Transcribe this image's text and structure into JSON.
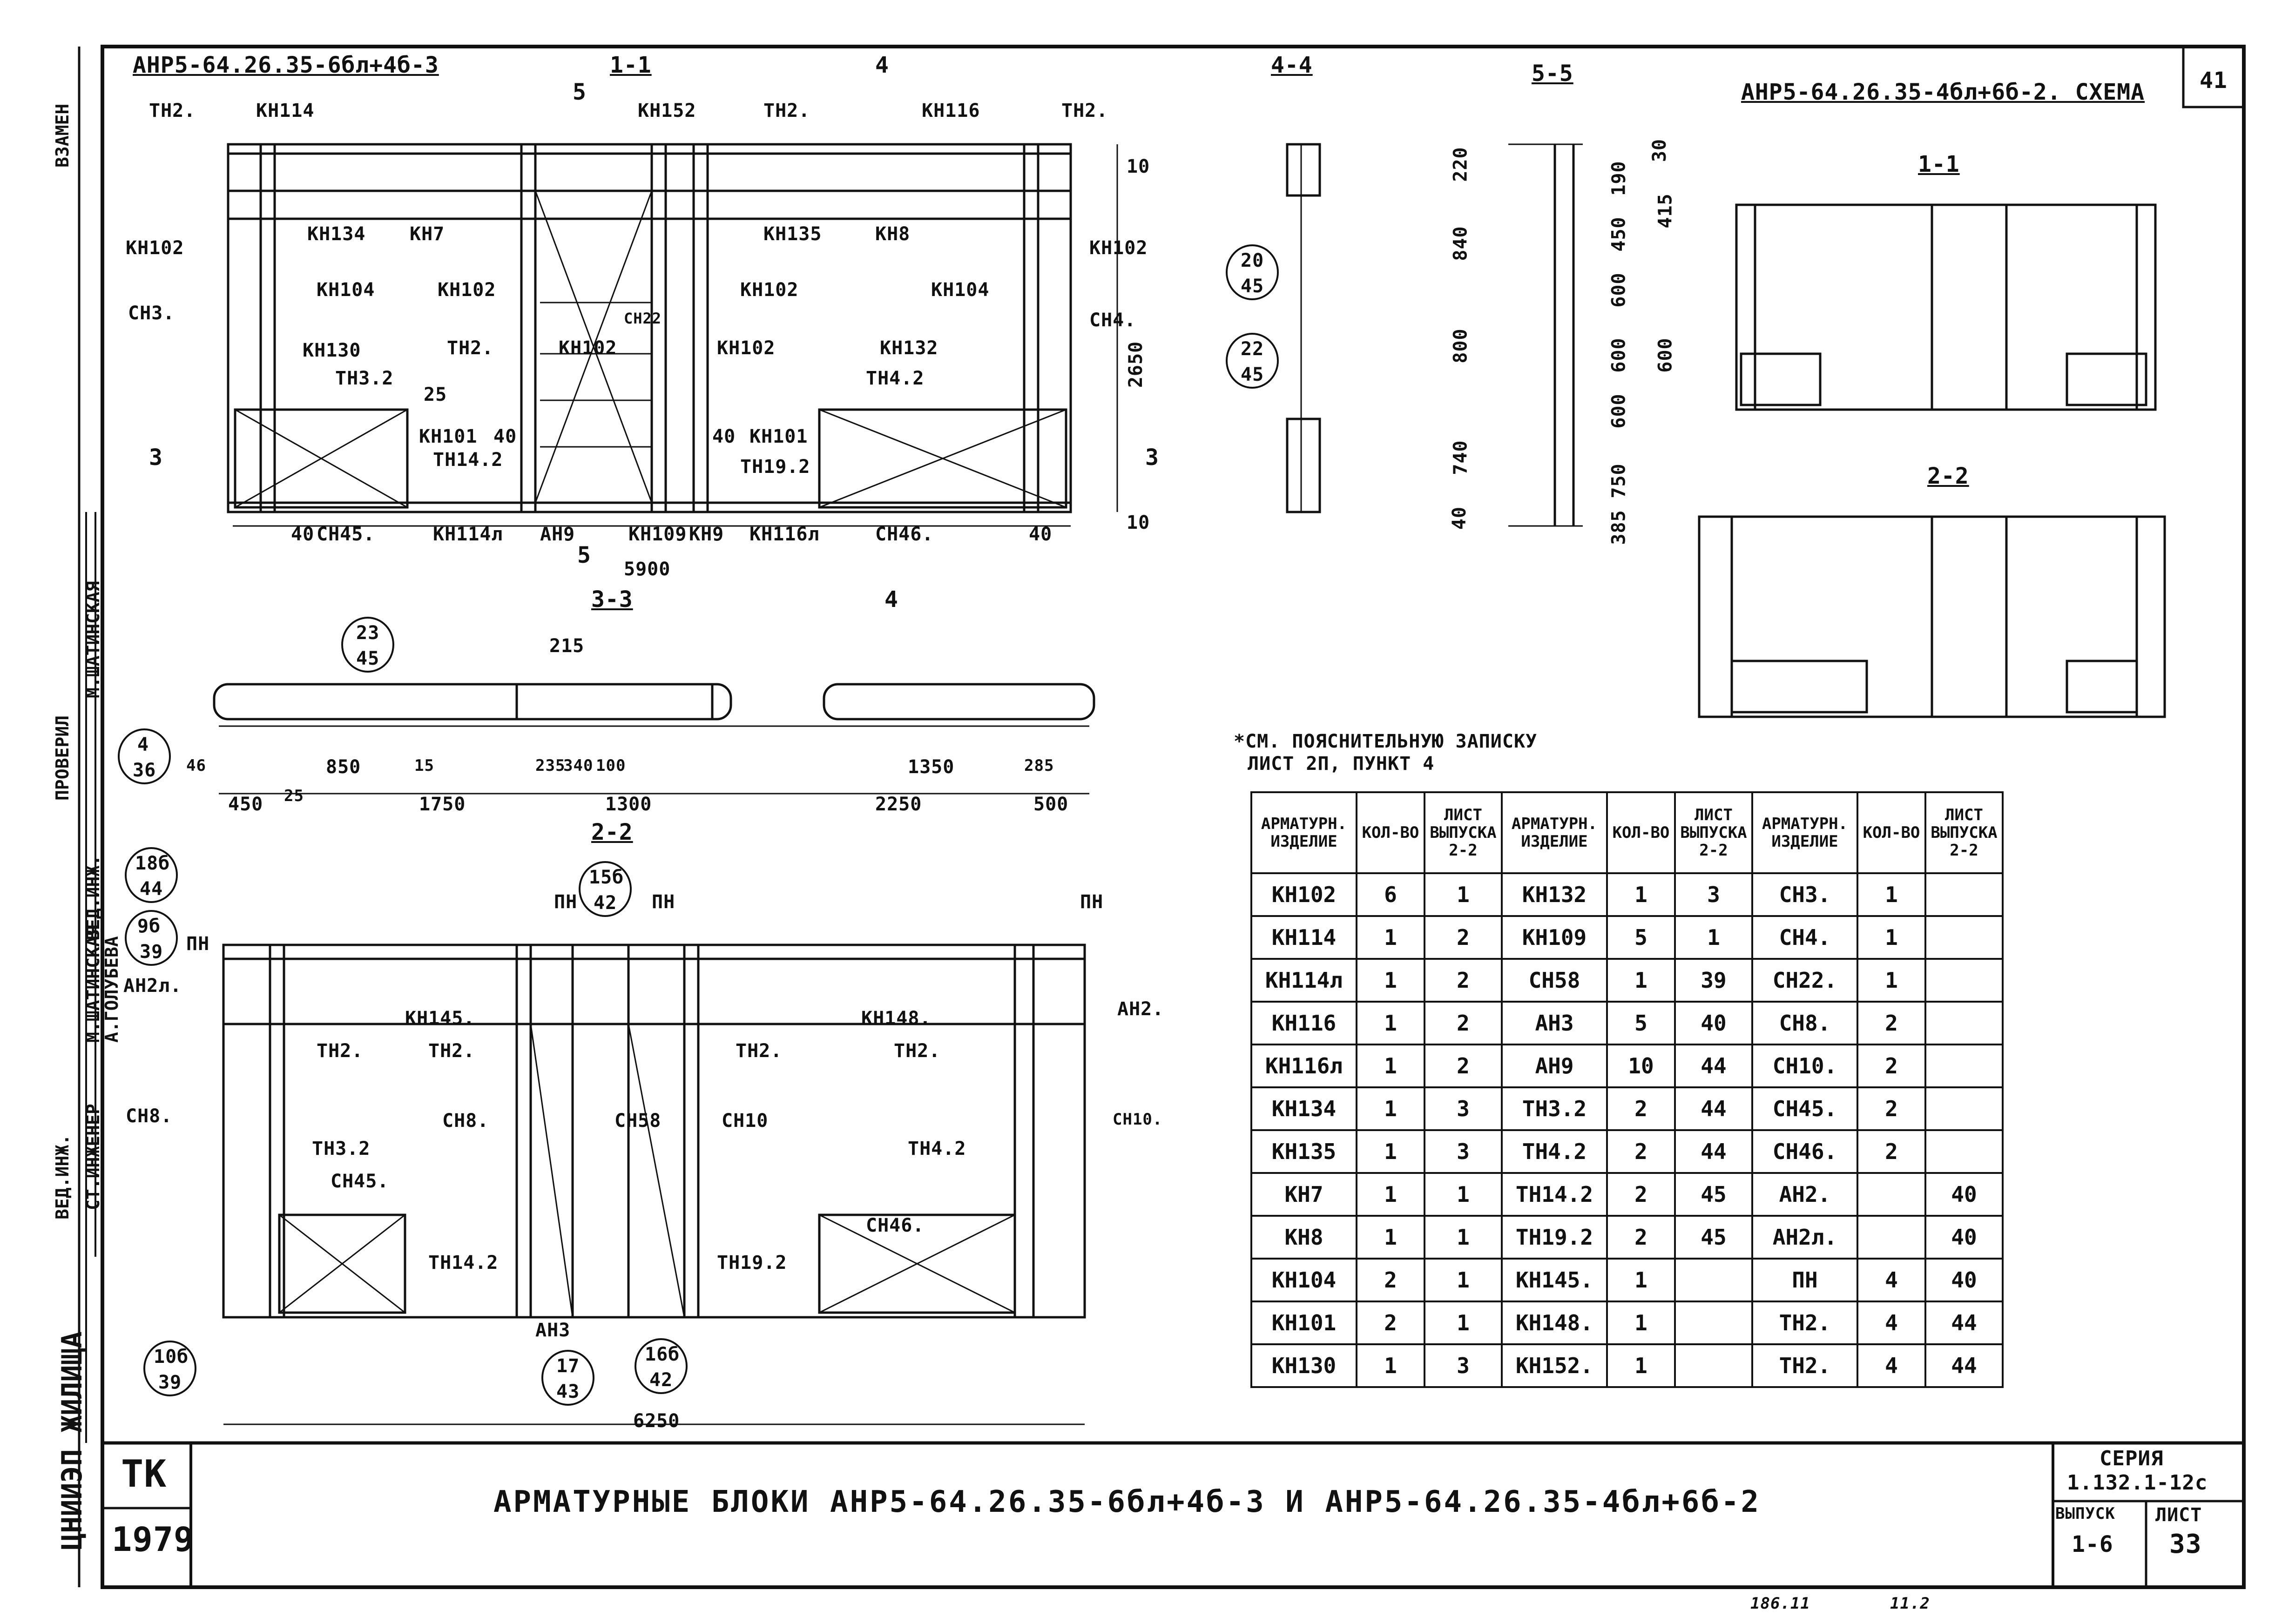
{
  "stamp": {
    "code": "ТК",
    "year": "1979"
  },
  "title": "АРМАТУРНЫЕ БЛОКИ АНР5-64.26.35-6бл+4б-3 И АНР5-64.26.35-4бл+6б-2",
  "series": {
    "label": "СЕРИЯ",
    "value": "1.132.1-12с"
  },
  "issue": {
    "label": "ВЫПУСК",
    "value": "1-6"
  },
  "sheet": {
    "label": "ЛИСТ",
    "value": "33"
  },
  "page_number": "41",
  "org_vertical": "ЦНИИЭП ЖИЛИЩА",
  "side_roles": [
    "ВЗАМЕН",
    "ПРОВЕРИЛ",
    "ВЕД.ИНЖ.",
    "ВЕД.ИНЖ.",
    "СТ.ИНЖЕНЕР"
  ],
  "side_names": [
    "М.ШАТИНСКАЯ",
    "М.ШАТИНСКАЯ",
    "А.ГОЛУБЕВА"
  ],
  "bottom_stamp": [
    "186.11",
    "11.2"
  ],
  "views": {
    "block1_title": "АНР5-64.26.35-6бл+4б-3",
    "schema_title": "АНР5-64.26.35-4бл+6б-2. СХЕМА",
    "sec_11": "1-1",
    "sec_22": "2-2",
    "sec_33": "3-3",
    "sec_44": "4-4",
    "sec_55": "5-5",
    "note": "*СМ. ПОЯСНИТЕЛЬНУЮ ЗАПИСКУ",
    "note2": "ЛИСТ 2П, ПУНКТ 4"
  },
  "elev_labels": [
    "ТН2.",
    "КН114",
    "КН152",
    "ТН2.",
    "КН116",
    "ТН2.",
    "КН134",
    "КН7",
    "КН135",
    "КН8",
    "КН102",
    "КН104",
    "КН102",
    "КН102",
    "КН104",
    "КН102",
    "СН3.",
    "СН22",
    "СН4.",
    "КН130",
    "ТН2.",
    "КН102",
    "КН102",
    "КН132",
    "ТН3.2",
    "ТН4.2",
    "КН101",
    "КН101",
    "ТН14.2",
    "ТН19.2",
    "СН45.",
    "КН114л",
    "АН9",
    "КН109",
    "КН9",
    "КН116л",
    "СН46."
  ],
  "dims_main": [
    "2650",
    "5900",
    "10",
    "10",
    "25",
    "40",
    "40",
    "40",
    "40",
    "5",
    "5",
    "4",
    "4",
    "3",
    "3"
  ],
  "plan_dims": [
    "450",
    "1750",
    "1300",
    "2250",
    "500",
    "850",
    "1350",
    "215",
    "235",
    "340",
    "100",
    "285",
    "46",
    "25",
    "15"
  ],
  "elev2_labels": [
    "ПН",
    "ПН",
    "ПН",
    "ПН",
    "ТН2.",
    "ТН2.",
    "ТН2.",
    "ТН2.",
    "КН145.",
    "КН148.",
    "СН8.",
    "СН8.",
    "СН58",
    "СН10",
    "СН10.",
    "ТН3.2",
    "ТН4.2",
    "СН45.",
    "СН46.",
    "ТН14.2",
    "ТН19.2",
    "АН2л.",
    "АН2.",
    "АН3",
    "6250"
  ],
  "circles": [
    {
      "n": "23",
      "d": "45"
    },
    {
      "n": "4",
      "d": "36"
    },
    {
      "n": "20",
      "d": "45"
    },
    {
      "n": "22",
      "d": "45"
    },
    {
      "n": "18б",
      "d": "44"
    },
    {
      "n": "9б",
      "d": "39"
    },
    {
      "n": "15б",
      "d": "42"
    },
    {
      "n": "10б",
      "d": "39"
    },
    {
      "n": "17",
      "d": "43"
    },
    {
      "n": "16б",
      "d": "42"
    }
  ],
  "sec55_dims": [
    "220",
    "840",
    "800",
    "740",
    "40",
    "190",
    "450",
    "600",
    "600",
    "600",
    "600",
    "750",
    "385",
    "415",
    "30"
  ],
  "spec_headers": [
    "АРМАТУРН. ИЗДЕЛИЕ",
    "КОЛ-ВО",
    "ЛИСТ ВЫПУСКА 2-2"
  ],
  "spec_rows": [
    [
      "КН102",
      "6",
      "1",
      "КН132",
      "1",
      "3",
      "СН3.",
      "1",
      ""
    ],
    [
      "КН114",
      "1",
      "2",
      "КН109",
      "5",
      "1",
      "СН4.",
      "1",
      ""
    ],
    [
      "КН114л",
      "1",
      "2",
      "СН58",
      "1",
      "39",
      "СН22.",
      "1",
      ""
    ],
    [
      "КН116",
      "1",
      "2",
      "АН3",
      "5",
      "40",
      "СН8.",
      "2",
      ""
    ],
    [
      "КН116л",
      "1",
      "2",
      "АН9",
      "10",
      "44",
      "СН10.",
      "2",
      ""
    ],
    [
      "КН134",
      "1",
      "3",
      "ТН3.2",
      "2",
      "44",
      "СН45.",
      "2",
      ""
    ],
    [
      "КН135",
      "1",
      "3",
      "ТН4.2",
      "2",
      "44",
      "СН46.",
      "2",
      ""
    ],
    [
      "КН7",
      "1",
      "1",
      "ТН14.2",
      "2",
      "45",
      "АН2.",
      "",
      "40"
    ],
    [
      "КН8",
      "1",
      "1",
      "ТН19.2",
      "2",
      "45",
      "АН2л.",
      "",
      "40"
    ],
    [
      "КН104",
      "2",
      "1",
      "КН145.",
      "1",
      "",
      "ПН",
      "4",
      "40"
    ],
    [
      "КН101",
      "2",
      "1",
      "КН148.",
      "1",
      "",
      "ТН2.",
      "4",
      "44"
    ],
    [
      "КН130",
      "1",
      "3",
      "КН152.",
      "1",
      "",
      "ТН2.",
      "4",
      "44"
    ]
  ]
}
